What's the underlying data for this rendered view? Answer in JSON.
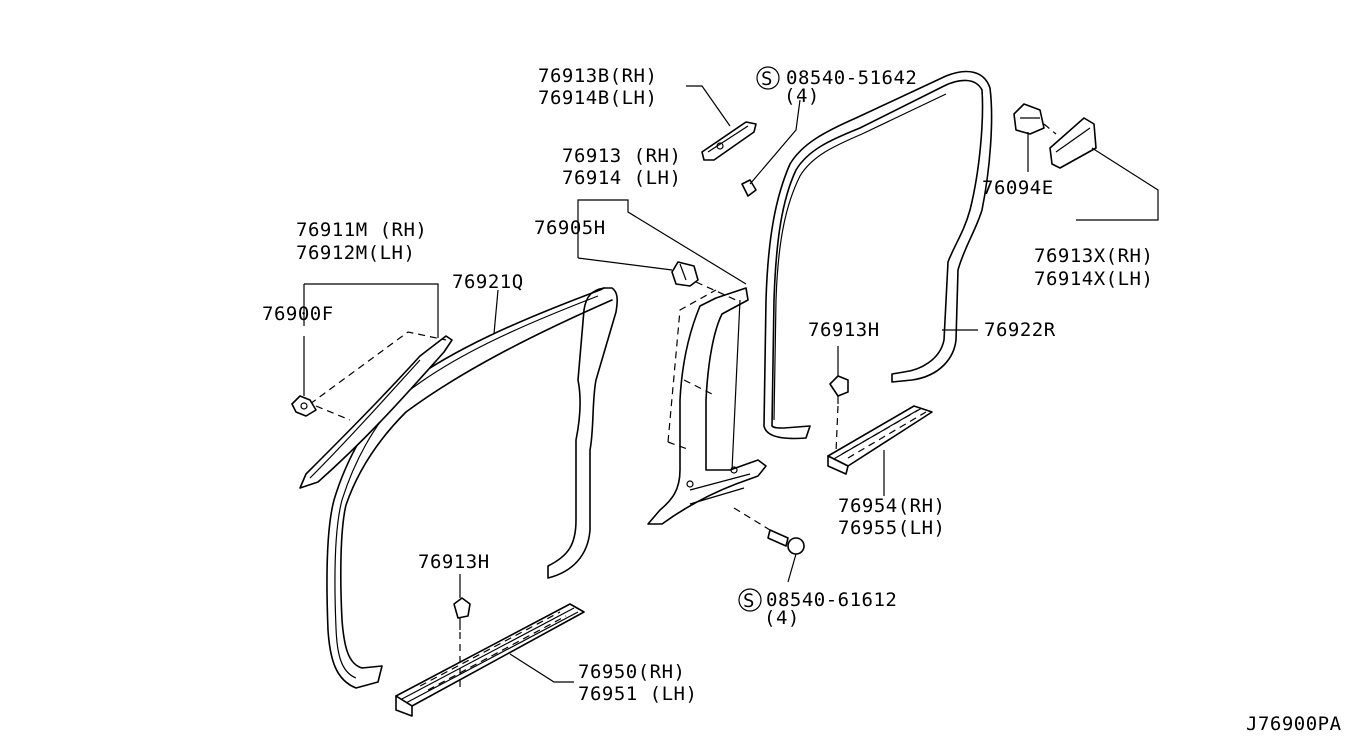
{
  "labels": {
    "p76913B": "76913B(RH)",
    "p76914B": "76914B(LH)",
    "s08540_51642": "08540-51642",
    "qty_top": "(4)",
    "p76913": "76913 (RH)",
    "p76914": "76914 (LH)",
    "p76905H": "76905H",
    "p76094E": "76094E",
    "p76913X": "76913X(RH)",
    "p76914X": "76914X(LH)",
    "p76911M": "76911M (RH)",
    "p76912M": "76912M(LH)",
    "p76921Q": "76921Q",
    "p76900F": "76900F",
    "p76913H_right": "76913H",
    "p76922R": "76922R",
    "p76954": "76954(RH)",
    "p76955": "76955(LH)",
    "p76913H_left": "76913H",
    "s08540_61612": "08540-61612",
    "qty_bottom": "(4)",
    "p76950": "76950(RH)",
    "p76951": "76951 (LH)",
    "diagram_code": "J76900PA"
  },
  "symbols": {
    "screw_mark": "S"
  }
}
